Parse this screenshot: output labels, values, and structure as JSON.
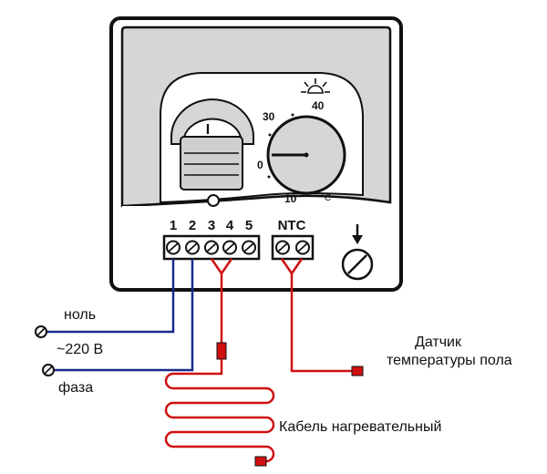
{
  "colors": {
    "neutral_wire": "#1a2a8a",
    "heating_wire": "#d01010",
    "body_fill": "#d9d9d9",
    "panel_fill": "#ffffff",
    "outline": "#111111"
  },
  "terminals": {
    "left_block": [
      {
        "label": "1",
        "color": "#1a2a8a"
      },
      {
        "label": "2",
        "color": "#1a2a8a"
      },
      {
        "label": "3",
        "color": "#d01010"
      },
      {
        "label": "4",
        "color": "#d01010"
      },
      {
        "label": "5",
        "color": "#d01010"
      }
    ],
    "ntc_block": {
      "label": "NTC",
      "color": "#d01010"
    }
  },
  "dial": {
    "marks": {
      "t40": "40",
      "t30": "30",
      "t0": "0",
      "t10": "10"
    },
    "unit": "°C"
  },
  "switch_mark": "I",
  "labels": {
    "neutral": "ноль",
    "voltage": "~220 В",
    "phase": "фаза",
    "sensor_line1": "Датчик",
    "sensor_line2": "температуры пола",
    "cable": "Кабель нагревательный"
  }
}
